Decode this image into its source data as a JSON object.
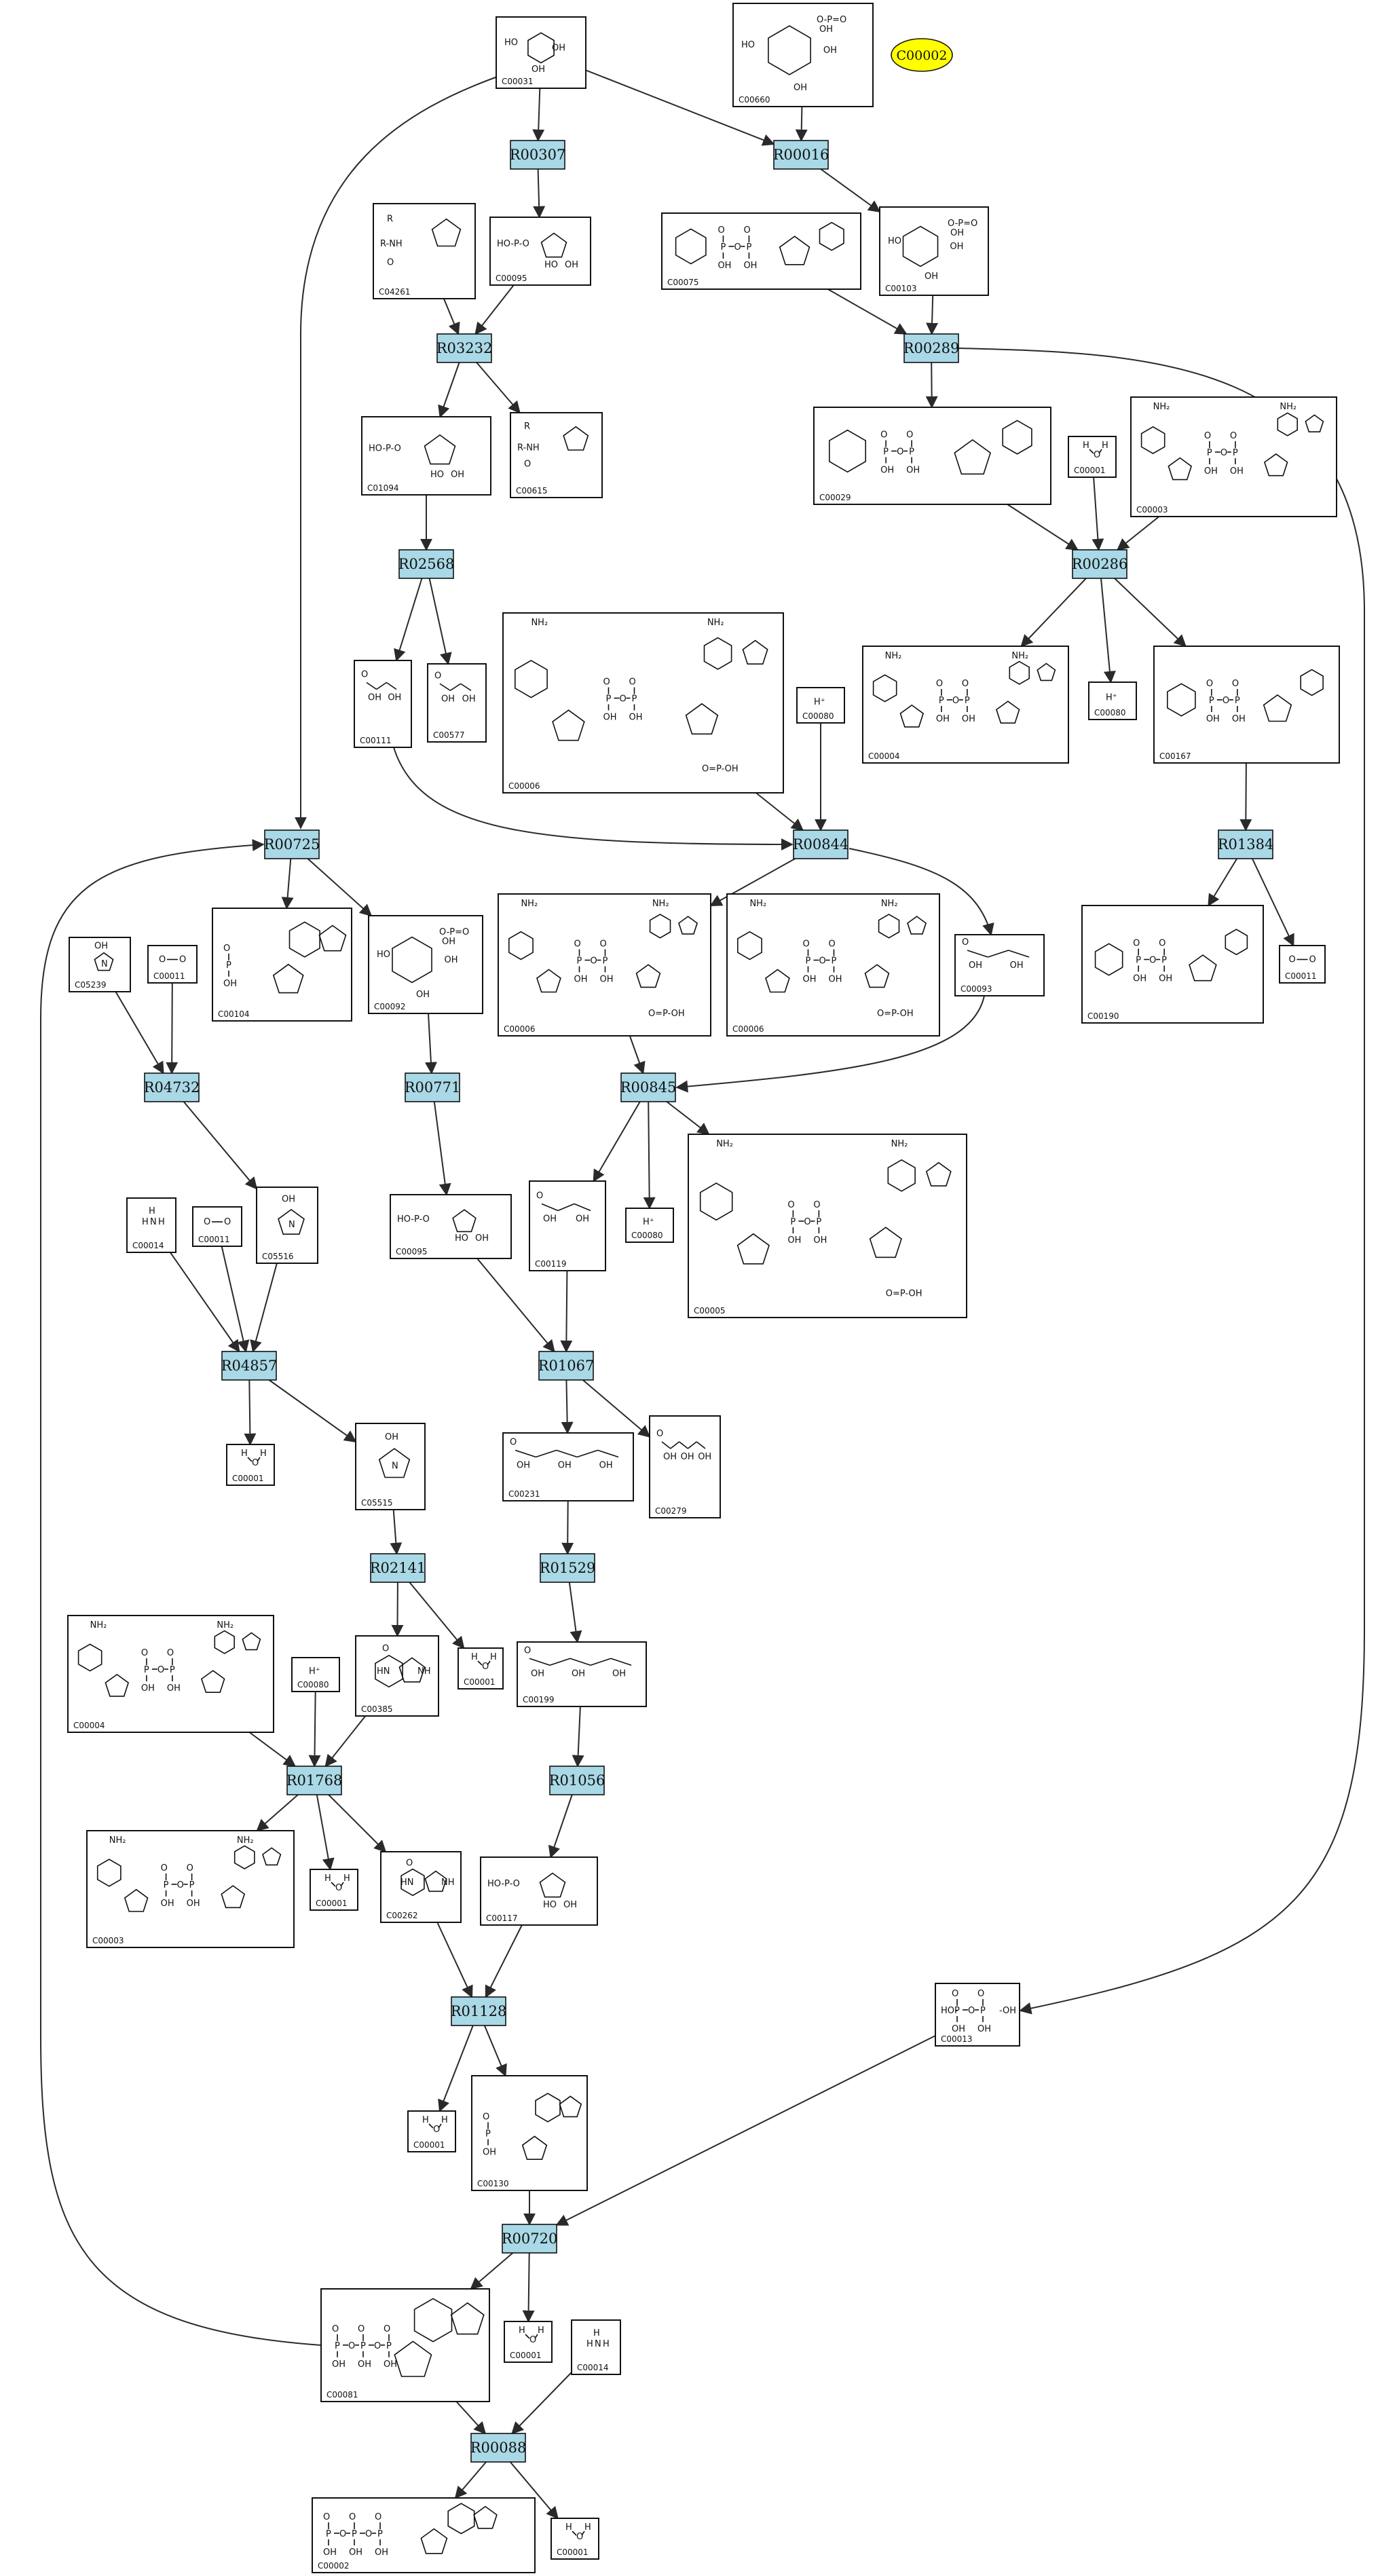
{
  "legend": {
    "label": "C00002",
    "color": "#ffff00"
  },
  "reaction_color": "#a9d8e6",
  "reactions": [
    {
      "id": "R00307",
      "label": "R00307"
    },
    {
      "id": "R00016",
      "label": "R00016"
    },
    {
      "id": "R03232",
      "label": "R03232"
    },
    {
      "id": "R00289",
      "label": "R00289"
    },
    {
      "id": "R02568",
      "label": "R02568"
    },
    {
      "id": "R00286",
      "label": "R00286"
    },
    {
      "id": "R00725",
      "label": "R00725"
    },
    {
      "id": "R00844",
      "label": "R00844"
    },
    {
      "id": "R01384",
      "label": "R01384"
    },
    {
      "id": "R04732",
      "label": "R04732"
    },
    {
      "id": "R00771",
      "label": "R00771"
    },
    {
      "id": "R00845",
      "label": "R00845"
    },
    {
      "id": "R04857",
      "label": "R04857"
    },
    {
      "id": "R01067",
      "label": "R01067"
    },
    {
      "id": "R02141",
      "label": "R02141"
    },
    {
      "id": "R01529",
      "label": "R01529"
    },
    {
      "id": "R01768",
      "label": "R01768"
    },
    {
      "id": "R01056",
      "label": "R01056"
    },
    {
      "id": "R01128",
      "label": "R01128"
    },
    {
      "id": "R00720",
      "label": "R00720"
    },
    {
      "id": "R00088",
      "label": "R00088"
    }
  ],
  "compounds": [
    {
      "key": "c00031",
      "label": "C00031",
      "kind": "hexose"
    },
    {
      "key": "c00660",
      "label": "C00660",
      "kind": "hexose-p"
    },
    {
      "key": "c04261",
      "label": "C04261",
      "kind": "peptide"
    },
    {
      "key": "c00095a",
      "label": "C00095",
      "kind": "furanose-p"
    },
    {
      "key": "c00075",
      "label": "C00075",
      "kind": "nucleotide-tri"
    },
    {
      "key": "c00103",
      "label": "C00103",
      "kind": "hexose-p"
    },
    {
      "key": "c01094",
      "label": "C01094",
      "kind": "furanose-p"
    },
    {
      "key": "c00615",
      "label": "C00615",
      "kind": "peptide"
    },
    {
      "key": "c00029",
      "label": "C00029",
      "kind": "nucleotide-sugar"
    },
    {
      "key": "c00001a",
      "label": "C00001",
      "kind": "water",
      "formula": "H2O"
    },
    {
      "key": "c00003a",
      "label": "C00003",
      "kind": "nad"
    },
    {
      "key": "c00006a",
      "label": "C00006",
      "kind": "nadp"
    },
    {
      "key": "c00111",
      "label": "C00111",
      "kind": "triose"
    },
    {
      "key": "c00577",
      "label": "C00577",
      "kind": "triose"
    },
    {
      "key": "c00080a",
      "label": "C00080",
      "kind": "proton",
      "formula": "H+"
    },
    {
      "key": "c00004a",
      "label": "C00004",
      "kind": "nad"
    },
    {
      "key": "c00080b",
      "label": "C00080",
      "kind": "proton",
      "formula": "H+"
    },
    {
      "key": "c00167",
      "label": "C00167",
      "kind": "nucleotide-sugar"
    },
    {
      "key": "c05239",
      "label": "C05239",
      "kind": "imidazole"
    },
    {
      "key": "c00011a",
      "label": "C00011",
      "kind": "co2",
      "formula": "CO2"
    },
    {
      "key": "c00104",
      "label": "C00104",
      "kind": "purine-nucleotide"
    },
    {
      "key": "c00092",
      "label": "C00092",
      "kind": "hexose-p"
    },
    {
      "key": "c00006b",
      "label": "C00006",
      "kind": "nadp"
    },
    {
      "key": "c00006c",
      "label": "C00006",
      "kind": "nadp"
    },
    {
      "key": "c00093",
      "label": "C00093",
      "kind": "triose"
    },
    {
      "key": "c00190",
      "label": "C00190",
      "kind": "nucleotide-sugar"
    },
    {
      "key": "c00011b",
      "label": "C00011",
      "kind": "co2",
      "formula": "CO2"
    },
    {
      "key": "c00014a",
      "label": "C00014",
      "kind": "ammonia",
      "formula": "NH3"
    },
    {
      "key": "c00011c",
      "label": "C00011",
      "kind": "co2",
      "formula": "CO2"
    },
    {
      "key": "c05516",
      "label": "C05516",
      "kind": "imidazole"
    },
    {
      "key": "c00095b",
      "label": "C00095",
      "kind": "furanose-p"
    },
    {
      "key": "c00119",
      "label": "C00119",
      "kind": "triose"
    },
    {
      "key": "c00080c",
      "label": "C00080",
      "kind": "proton",
      "formula": "H+"
    },
    {
      "key": "c00005",
      "label": "C00005",
      "kind": "nadp"
    },
    {
      "key": "c00001b",
      "label": "C00001",
      "kind": "water",
      "formula": "H2O"
    },
    {
      "key": "c05515",
      "label": "C05515",
      "kind": "imidazole"
    },
    {
      "key": "c00231",
      "label": "C00231",
      "kind": "chain"
    },
    {
      "key": "c00279",
      "label": "C00279",
      "kind": "chain"
    },
    {
      "key": "c00004b",
      "label": "C00004",
      "kind": "nad"
    },
    {
      "key": "c00080d",
      "label": "C00080",
      "kind": "proton",
      "formula": "H+"
    },
    {
      "key": "c00385",
      "label": "C00385",
      "kind": "purine"
    },
    {
      "key": "c00001c",
      "label": "C00001",
      "kind": "water",
      "formula": "H2O"
    },
    {
      "key": "c00199",
      "label": "C00199",
      "kind": "chain"
    },
    {
      "key": "c00003b",
      "label": "C00003",
      "kind": "nad"
    },
    {
      "key": "c00001d",
      "label": "C00001",
      "kind": "water",
      "formula": "H2O"
    },
    {
      "key": "c00262",
      "label": "C00262",
      "kind": "purine"
    },
    {
      "key": "c00117",
      "label": "C00117",
      "kind": "furanose-p"
    },
    {
      "key": "c00013",
      "label": "C00013",
      "kind": "pyrophosphate"
    },
    {
      "key": "c00001e",
      "label": "C00001",
      "kind": "water",
      "formula": "H2O"
    },
    {
      "key": "c00130",
      "label": "C00130",
      "kind": "purine-nucleotide"
    },
    {
      "key": "c00081",
      "label": "C00081",
      "kind": "purine-nucleotide"
    },
    {
      "key": "c00001f",
      "label": "C00001",
      "kind": "water",
      "formula": "H2O"
    },
    {
      "key": "c00014b",
      "label": "C00014",
      "kind": "ammonia",
      "formula": "NH3"
    },
    {
      "key": "c00002",
      "label": "C00002",
      "kind": "purine-nucleotide"
    },
    {
      "key": "c00001g",
      "label": "C00001",
      "kind": "water",
      "formula": "H2O"
    }
  ],
  "edges": [
    [
      "c00031",
      "R00307"
    ],
    [
      "c00031",
      "R00016"
    ],
    [
      "c00031",
      "R00725"
    ],
    [
      "c00660",
      "R00016"
    ],
    [
      "R00307",
      "c00095a"
    ],
    [
      "R00016",
      "c00103"
    ],
    [
      "c04261",
      "R03232"
    ],
    [
      "c00095a",
      "R03232"
    ],
    [
      "c00075",
      "R00289"
    ],
    [
      "c00103",
      "R00289"
    ],
    [
      "R03232",
      "c01094"
    ],
    [
      "R03232",
      "c00615"
    ],
    [
      "R00289",
      "c00029"
    ],
    [
      "R00289",
      "c00013"
    ],
    [
      "c01094",
      "R02568"
    ],
    [
      "c00029",
      "R00286"
    ],
    [
      "c00001a",
      "R00286"
    ],
    [
      "c00003a",
      "R00286"
    ],
    [
      "R02568",
      "c00111"
    ],
    [
      "R02568",
      "c00577"
    ],
    [
      "R00286",
      "c00004a"
    ],
    [
      "R00286",
      "c00080b"
    ],
    [
      "R00286",
      "c00167"
    ],
    [
      "c00111",
      "R00844"
    ],
    [
      "c00006a",
      "R00844"
    ],
    [
      "c00080a",
      "R00844"
    ],
    [
      "c00167",
      "R01384"
    ],
    [
      "R00725",
      "c00104"
    ],
    [
      "R00725",
      "c00092"
    ],
    [
      "R00844",
      "c00006b"
    ],
    [
      "R00844",
      "c00093"
    ],
    [
      "R01384",
      "c00190"
    ],
    [
      "R01384",
      "c00011b"
    ],
    [
      "c05239",
      "R04732"
    ],
    [
      "c00011a",
      "R04732"
    ],
    [
      "c00092",
      "R00771"
    ],
    [
      "c00006b",
      "R00845"
    ],
    [
      "c00093",
      "R00845"
    ],
    [
      "R04732",
      "c05516"
    ],
    [
      "R00771",
      "c00095b"
    ],
    [
      "R00845",
      "c00119"
    ],
    [
      "R00845",
      "c00080c"
    ],
    [
      "R00845",
      "c00005"
    ],
    [
      "c00014a",
      "R04857"
    ],
    [
      "c00011c",
      "R04857"
    ],
    [
      "c05516",
      "R04857"
    ],
    [
      "c00095b",
      "R01067"
    ],
    [
      "c00119",
      "R01067"
    ],
    [
      "R04857",
      "c00001b"
    ],
    [
      "R04857",
      "c05515"
    ],
    [
      "R01067",
      "c00231"
    ],
    [
      "R01067",
      "c00279"
    ],
    [
      "c05515",
      "R02141"
    ],
    [
      "c00231",
      "R01529"
    ],
    [
      "R02141",
      "c00385"
    ],
    [
      "R02141",
      "c00001c"
    ],
    [
      "R01529",
      "c00199"
    ],
    [
      "c00004b",
      "R01768"
    ],
    [
      "c00080d",
      "R01768"
    ],
    [
      "c00385",
      "R01768"
    ],
    [
      "c00199",
      "R01056"
    ],
    [
      "R01768",
      "c00003b"
    ],
    [
      "R01768",
      "c00001d"
    ],
    [
      "R01768",
      "c00262"
    ],
    [
      "R01056",
      "c00117"
    ],
    [
      "c00262",
      "R01128"
    ],
    [
      "c00117",
      "R01128"
    ],
    [
      "R01128",
      "c00001e"
    ],
    [
      "R01128",
      "c00130"
    ],
    [
      "c00013",
      "R00720"
    ],
    [
      "c00130",
      "R00720"
    ],
    [
      "R00720",
      "c00081"
    ],
    [
      "R00720",
      "c00001f"
    ],
    [
      "c00081",
      "R00725"
    ],
    [
      "c00081",
      "R00088"
    ],
    [
      "c00014b",
      "R00088"
    ],
    [
      "R00088",
      "c00002"
    ],
    [
      "R00088",
      "c00001g"
    ]
  ]
}
